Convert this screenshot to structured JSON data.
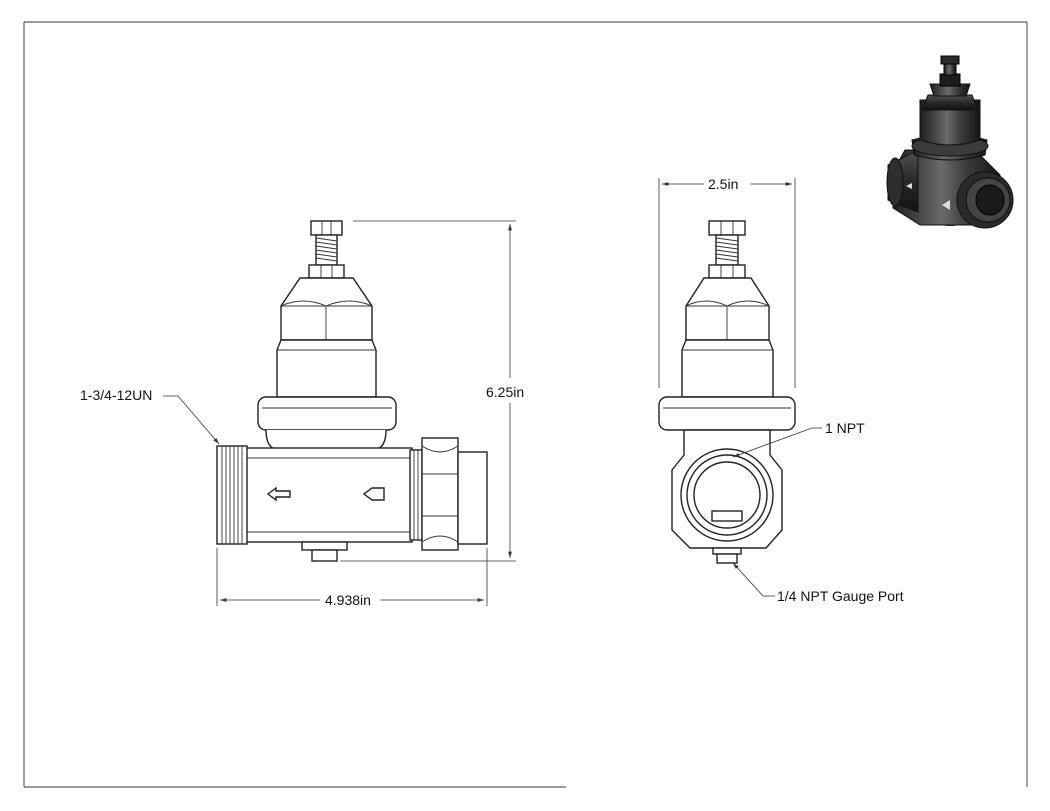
{
  "dimensions": {
    "height": "6.25in",
    "length": "4.938in",
    "width": "2.5in"
  },
  "callouts": {
    "thread": "1-3/4-12UN",
    "port": "1 NPT",
    "gauge_port": "1/4 NPT Gauge Port"
  },
  "colors": {
    "line": "#222222",
    "iso_body": "#3a3a3a"
  }
}
